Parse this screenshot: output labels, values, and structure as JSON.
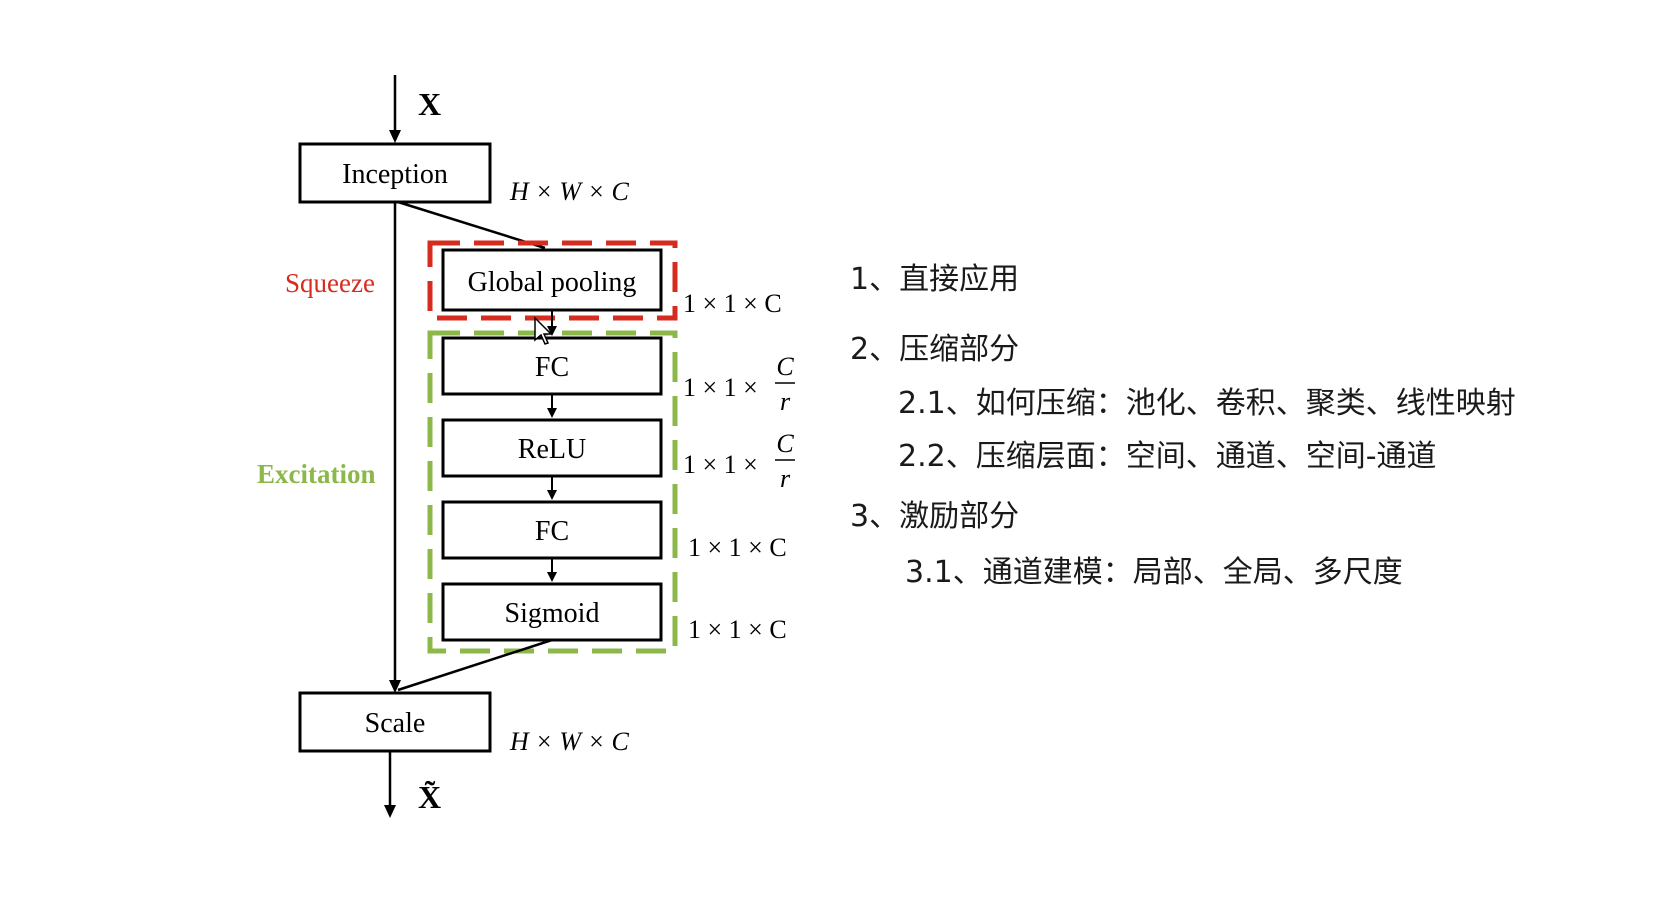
{
  "diagram": {
    "input_label": "X",
    "output_label": "X̃",
    "boxes": {
      "inception": "Inception",
      "global_pooling": "Global pooling",
      "fc1": "FC",
      "relu": "ReLU",
      "fc2": "FC",
      "sigmoid": "Sigmoid",
      "scale": "Scale"
    },
    "sections": {
      "squeeze": "Squeeze",
      "excitation": "Excitation"
    },
    "dims": {
      "inception": "H × W × C",
      "global_pooling": "1 × 1 × C",
      "fc1_prefix": "1 × 1 ×",
      "relu_prefix": "1 × 1 ×",
      "fraction_num": "C",
      "fraction_den": "r",
      "fc2": "1 × 1 × C",
      "sigmoid": "1 × 1 × C",
      "scale": "H × W × C"
    },
    "colors": {
      "squeeze": "#d62c1f",
      "excitation": "#8cb84a",
      "lines": "#000000"
    }
  },
  "notes": [
    {
      "text": "1、直接应用"
    },
    {
      "text": "2、压缩部分"
    },
    {
      "text": "2.1、如何压缩：池化、卷积、聚类、线性映射"
    },
    {
      "text": "2.2、压缩层面：空间、通道、空间-通道"
    },
    {
      "text": "3、激励部分"
    },
    {
      "text": "3.1、通道建模：局部、全局、多尺度"
    }
  ]
}
